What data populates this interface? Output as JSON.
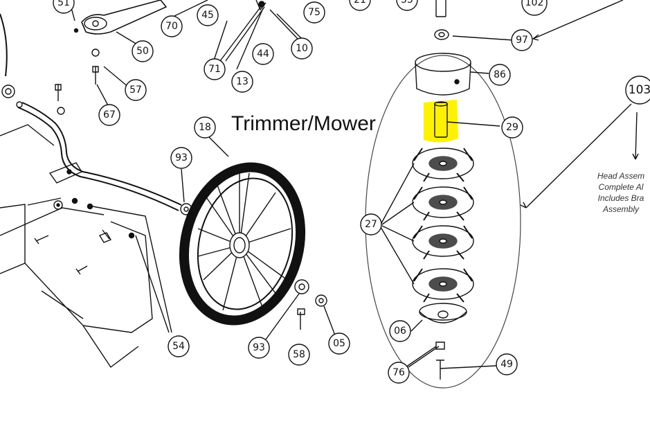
{
  "title": "Trimmer/Mower",
  "highlight_color": "#fff200",
  "note": {
    "line1": "Head Assem",
    "line2": "Complete Al",
    "line3": "Includes Bra",
    "line4": "Assembly"
  },
  "callouts": {
    "c51": "51",
    "c50": "50",
    "c70": "70",
    "c45": "45",
    "c75": "75",
    "c21": "21",
    "c55": "55",
    "c102": "102",
    "c97": "97",
    "c103": "103",
    "c57": "57",
    "c67": "67",
    "c71": "71",
    "c13": "13",
    "c44": "44",
    "c10": "10",
    "c86": "86",
    "c29": "29",
    "c18": "18",
    "c93a": "93",
    "c27": "27",
    "c54": "54",
    "c93b": "93",
    "c58": "58",
    "c05": "05",
    "c06": "06",
    "c76": "76",
    "c49": "49"
  }
}
